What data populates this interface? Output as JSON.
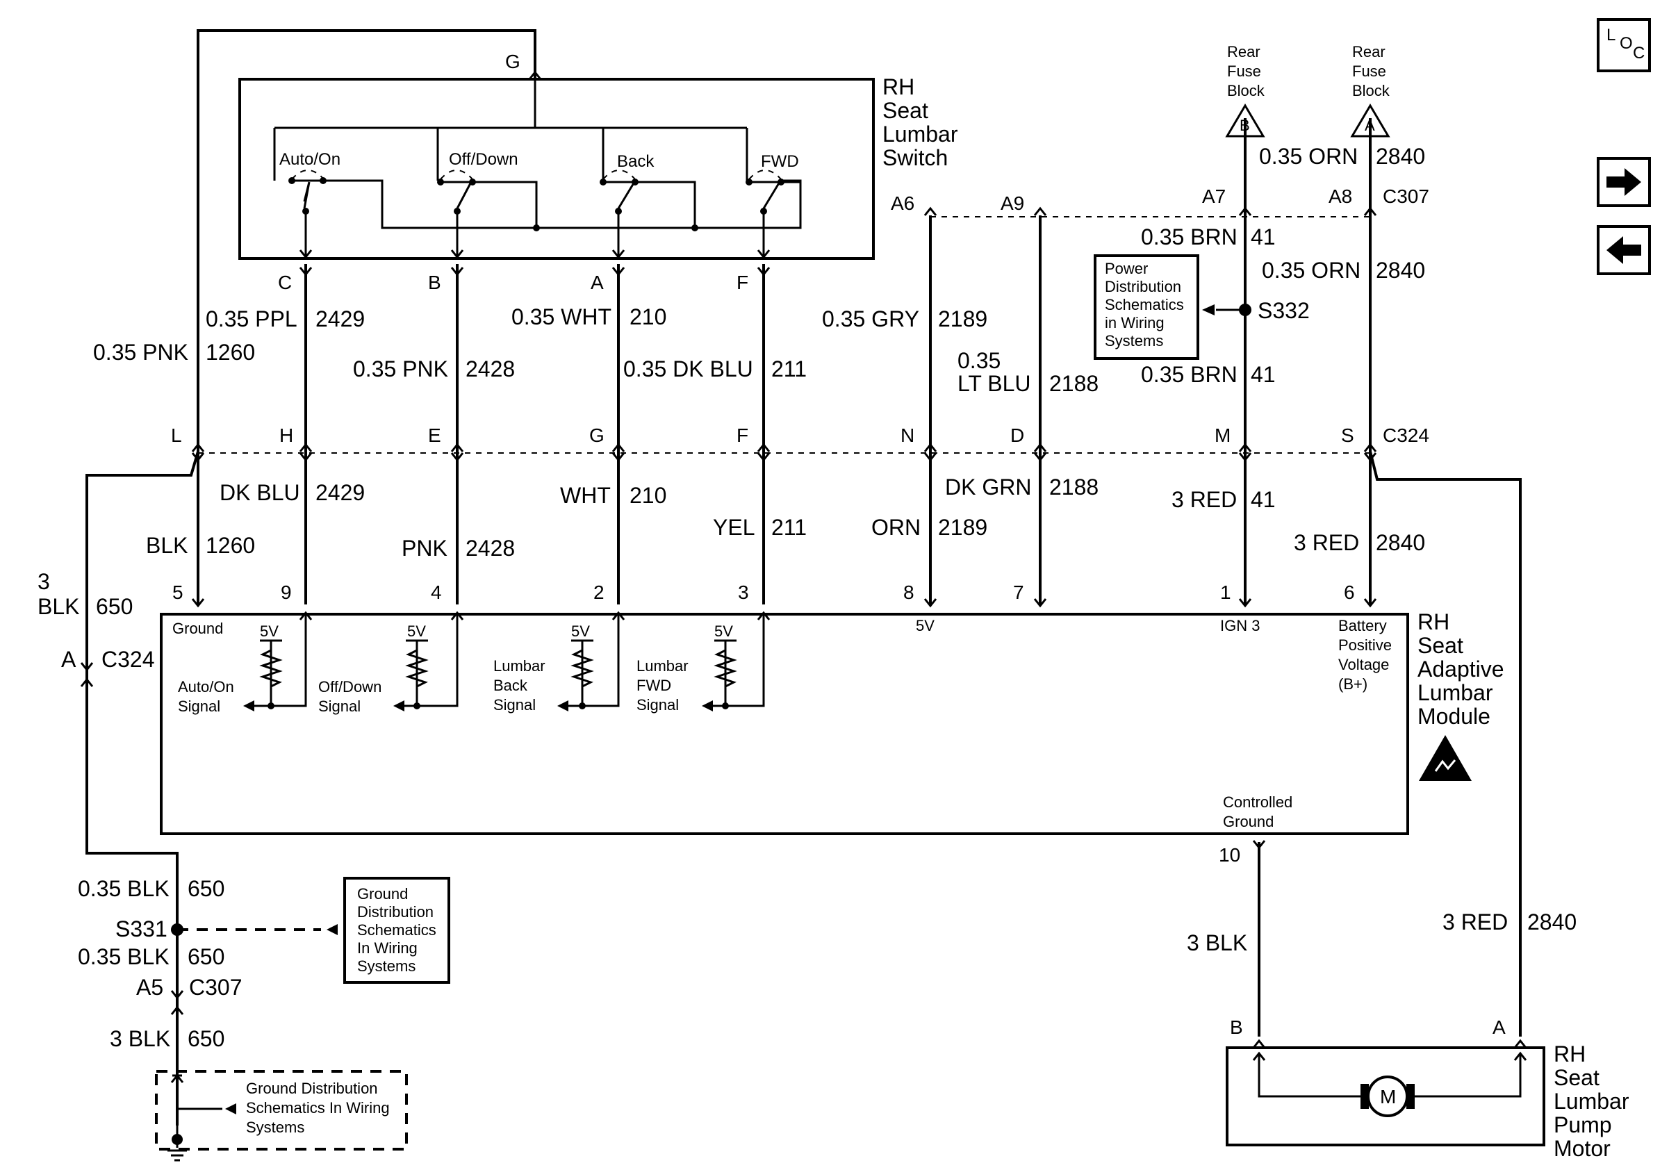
{
  "components": {
    "switch": [
      "RH",
      "Seat",
      "Lumbar",
      "Switch"
    ],
    "module": [
      "RH",
      "Seat",
      "Adaptive",
      "Lumbar",
      "Module"
    ],
    "motor": [
      "RH",
      "Seat",
      "Lumbar",
      "Pump",
      "Motor"
    ],
    "motor_symbol": "M",
    "loc": "L O C"
  },
  "switch_contacts": [
    "Auto/On",
    "Off/Down",
    "Back",
    "FWD"
  ],
  "switch_pins": {
    "top": "G",
    "c": "C",
    "b": "B",
    "a": "A",
    "f": "F"
  },
  "connector_c324": {
    "name": "C324",
    "pins": [
      "L",
      "H",
      "E",
      "G",
      "F",
      "N",
      "D",
      "M",
      "S"
    ]
  },
  "connector_c307": {
    "name": "C307",
    "pins": [
      "A6",
      "A9",
      "A7",
      "A8"
    ]
  },
  "fuse": {
    "b": {
      "label": [
        "Rear",
        "Fuse",
        "Block"
      ],
      "letter": "B"
    },
    "a": {
      "label": [
        "Rear",
        "Fuse",
        "Block"
      ],
      "letter": "A"
    }
  },
  "wires": {
    "w1260_top": [
      "0.35 PNK",
      "1260"
    ],
    "w2429_top": [
      "0.35 PPL",
      "2429"
    ],
    "w2428_top": [
      "0.35 PNK",
      "2428"
    ],
    "w210_top": [
      "0.35 WHT",
      "210"
    ],
    "w211_top": [
      "0.35 DK BLU",
      "211"
    ],
    "w2189_top": [
      "0.35 GRY",
      "2189"
    ],
    "w2188_top": [
      "0.35",
      "LT BLU",
      "2188"
    ],
    "w41_a": [
      "0.35 BRN",
      "41"
    ],
    "w41_b": [
      "0.35 BRN",
      "41"
    ],
    "w2840_a": [
      "0.35 ORN",
      "2840"
    ],
    "w2840_b": [
      "0.35 ORN",
      "2840"
    ],
    "w2429_bot": [
      "DK BLU",
      "2429"
    ],
    "w1260_bot": [
      "BLK",
      "1260"
    ],
    "w2428_bot": [
      "PNK",
      "2428"
    ],
    "w210_bot": [
      "WHT",
      "210"
    ],
    "w211_bot": [
      "YEL",
      "211"
    ],
    "w2189_bot": [
      "ORN",
      "2189"
    ],
    "w2188_bot": [
      "DK GRN",
      "2188"
    ],
    "w41_bot": [
      "3 RED",
      "41"
    ],
    "w2840_bot": [
      "3 RED",
      "2840"
    ],
    "w650_a": [
      "3",
      "BLK",
      "650"
    ],
    "w650_b": [
      "0.35 BLK",
      "650"
    ],
    "w650_c": [
      "0.35 BLK",
      "650"
    ],
    "w650_d": [
      "3 BLK",
      "650"
    ],
    "wblk_motor": "3 BLK",
    "wred_motor": [
      "3 RED",
      "2840"
    ]
  },
  "module_pins": [
    "5",
    "9",
    "4",
    "2",
    "3",
    "8",
    "7",
    "1",
    "6"
  ],
  "module_labels": {
    "ground": "Ground",
    "v5": "5V",
    "auto_on": [
      "Auto/On",
      "Signal"
    ],
    "off_down": [
      "Off/Down",
      "Signal"
    ],
    "lumbar_back": [
      "Lumbar",
      "Back",
      "Signal"
    ],
    "lumbar_fwd": [
      "Lumbar",
      "FWD",
      "Signal"
    ],
    "pin8_5v": "5V",
    "ign3": "IGN 3",
    "battery": [
      "Battery",
      "Positive",
      "Voltage",
      "(B+)"
    ],
    "ctrl_ground": [
      "Controlled",
      "Ground"
    ],
    "pin10": "10"
  },
  "splices": {
    "s332": "S332",
    "s331": "S331",
    "a_c324": [
      "A",
      "C324"
    ],
    "a5_c307": [
      "A5",
      "C307"
    ]
  },
  "notes": {
    "power": [
      "Power",
      "Distribution",
      "Schematics",
      "in Wiring",
      "Systems"
    ],
    "ground_top": [
      "Ground",
      "Distribution",
      "Schematics",
      "In Wiring",
      "Systems"
    ],
    "ground_bot": [
      "Ground Distribution",
      "Schematics In Wiring",
      "Systems"
    ]
  },
  "motor_pins": [
    "B",
    "A"
  ]
}
